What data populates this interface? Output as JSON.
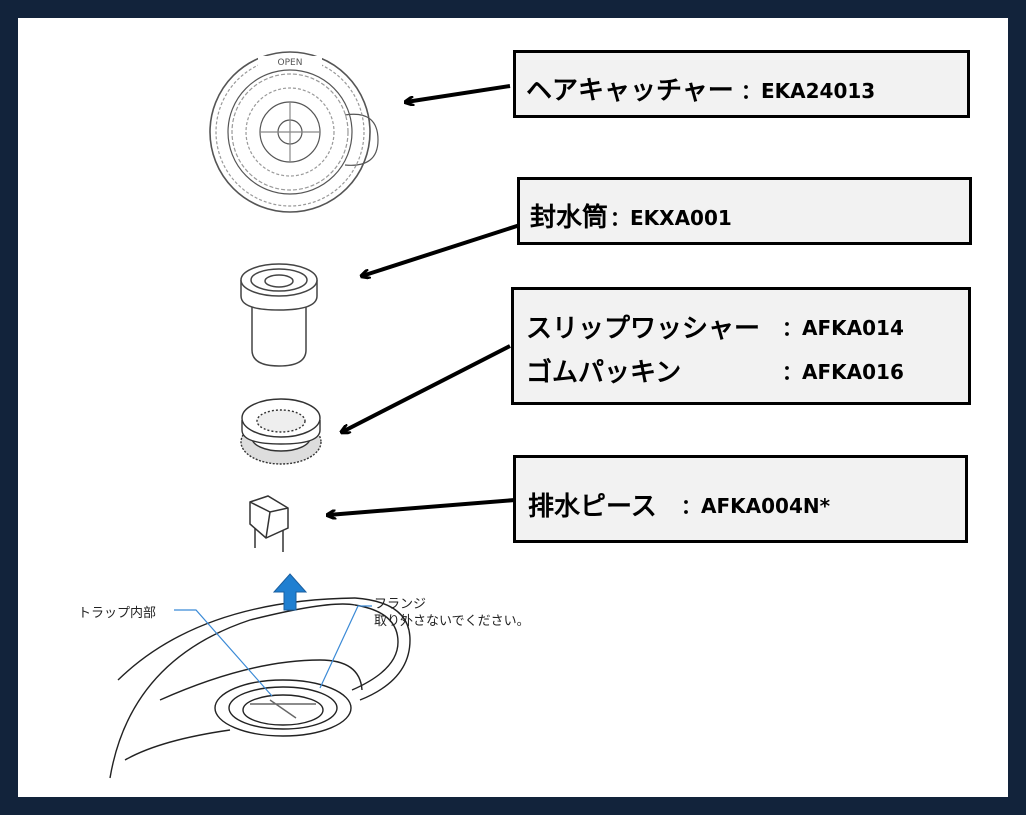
{
  "callouts": {
    "hair_catcher": {
      "label": "ヘアキャッチャー",
      "code": "：EKA24013"
    },
    "seal_tube": {
      "label": "封水筒",
      "code": "：EKXA001"
    },
    "slip_washer": {
      "label": "スリップワッシャー",
      "code": "：AFKA014"
    },
    "rubber_packing": {
      "label": "ゴムパッキン",
      "code": "：AFKA016"
    },
    "drain_piece": {
      "label": "排水ピース",
      "code": "：AFKA004N*"
    }
  },
  "annotations": {
    "trap_interior": "トラップ内部",
    "flange": "フランジ",
    "flange_note": "取り外さないでください。"
  },
  "hair_catcher_marking": "OPEN",
  "colors": {
    "frame": "#12233b",
    "box_fill": "#f2f2f2",
    "lift_arrow": "#1f7fd1",
    "leader": "#3b8ad6"
  }
}
